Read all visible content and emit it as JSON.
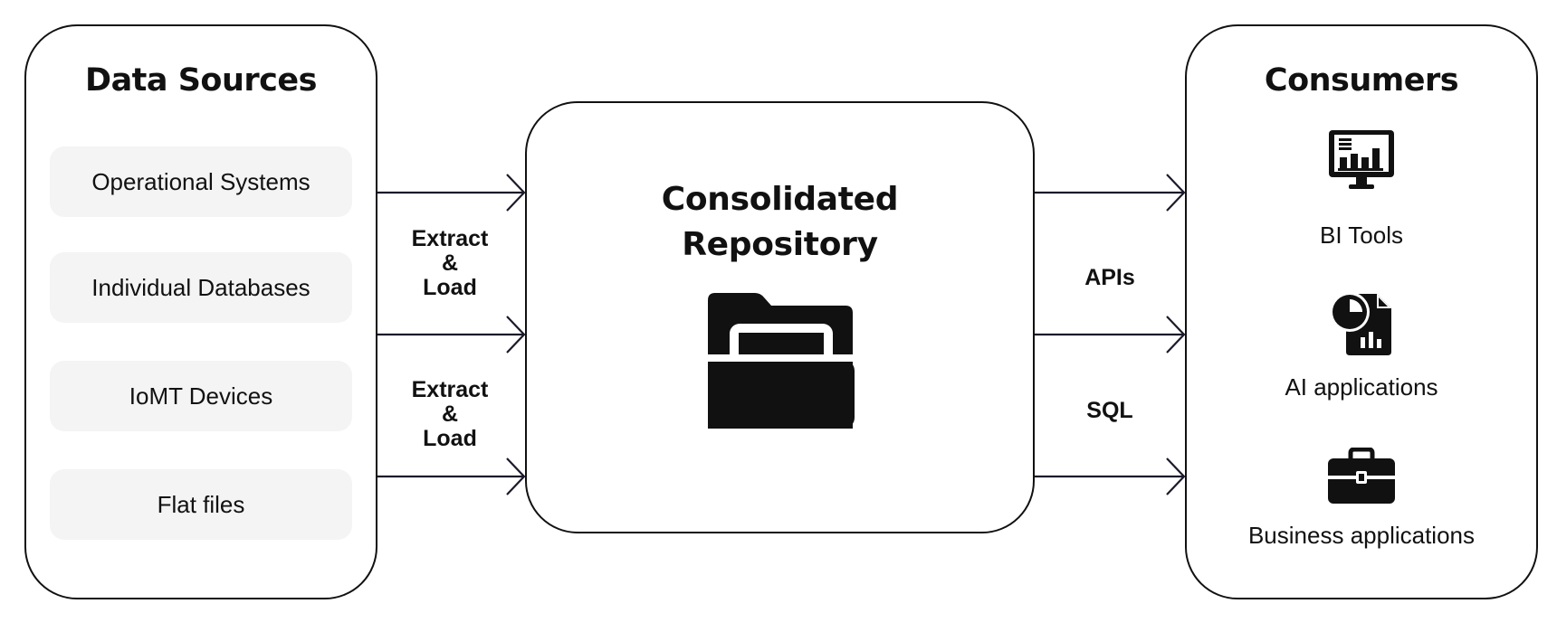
{
  "sources": {
    "title": "Data Sources",
    "items": [
      "Operational Systems",
      "Individual Databases",
      "IoMT Devices",
      "Flat files"
    ]
  },
  "repository": {
    "title_line1": "Consolidated",
    "title_line2": "Repository",
    "icon": "folder-open-icon"
  },
  "ingest_labels": [
    {
      "line1": "Extract",
      "line2": "&",
      "line3": "Load"
    },
    {
      "line1": "Extract",
      "line2": "&",
      "line3": "Load"
    }
  ],
  "output_labels": {
    "apis": "APIs",
    "sql": "SQL"
  },
  "consumers": {
    "title": "Consumers",
    "items": [
      {
        "label": "BI Tools",
        "icon": "dashboard-monitor-icon"
      },
      {
        "label": "AI applications",
        "icon": "report-chart-icon"
      },
      {
        "label": "Business applications",
        "icon": "briefcase-icon"
      }
    ]
  },
  "colors": {
    "stroke": "#111111",
    "item_fill": "#f4f4f4",
    "background": "#ffffff"
  }
}
